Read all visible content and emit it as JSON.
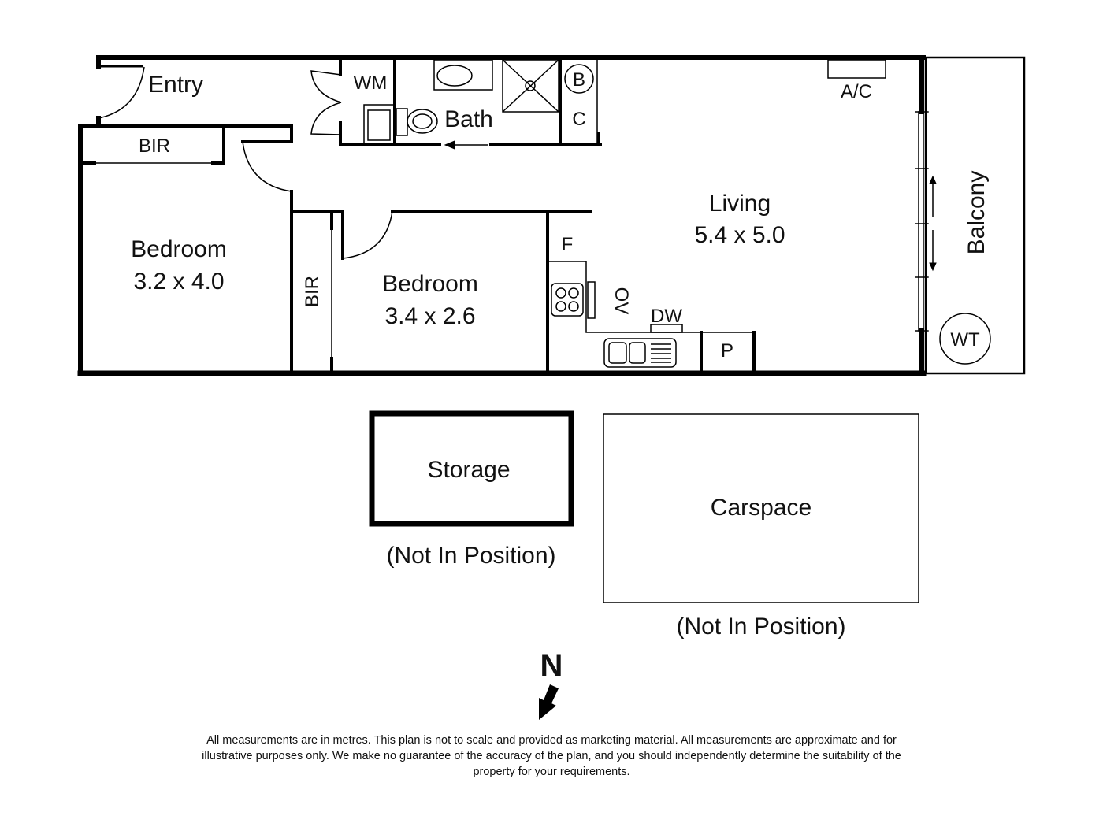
{
  "rooms": {
    "entry": {
      "label": "Entry"
    },
    "wm": {
      "label": "WM"
    },
    "bath": {
      "label": "Bath"
    },
    "boiler": {
      "label": "B"
    },
    "cupboard": {
      "label": "C"
    },
    "ac": {
      "label": "A/C"
    },
    "bir1": {
      "label": "BIR"
    },
    "bedroom1": {
      "label": "Bedroom",
      "size": "3.2 x 4.0"
    },
    "bir2": {
      "label": "BIR"
    },
    "bedroom2": {
      "label": "Bedroom",
      "size": "3.4 x 2.6"
    },
    "living": {
      "label": "Living",
      "size": "5.4 x 5.0"
    },
    "fridge": {
      "label": "F"
    },
    "oven": {
      "label": "OV"
    },
    "dishwasher": {
      "label": "DW"
    },
    "pantry": {
      "label": "P"
    },
    "balcony": {
      "label": "Balcony"
    },
    "water_tank": {
      "label": "WT"
    },
    "storage": {
      "label": "Storage",
      "note": "(Not In Position)"
    },
    "carspace": {
      "label": "Carspace",
      "note": "(Not In Position)"
    }
  },
  "compass": {
    "label": "N"
  },
  "disclaimer": "All measurements are in metres. This plan is not to scale and provided as marketing material. All measurements are approximate and for illustrative purposes only. We make no guarantee of the accuracy of the plan, and you should independently determine the suitability of the property for your requirements.",
  "colors": {
    "ink": "#000000",
    "background": "#ffffff"
  }
}
